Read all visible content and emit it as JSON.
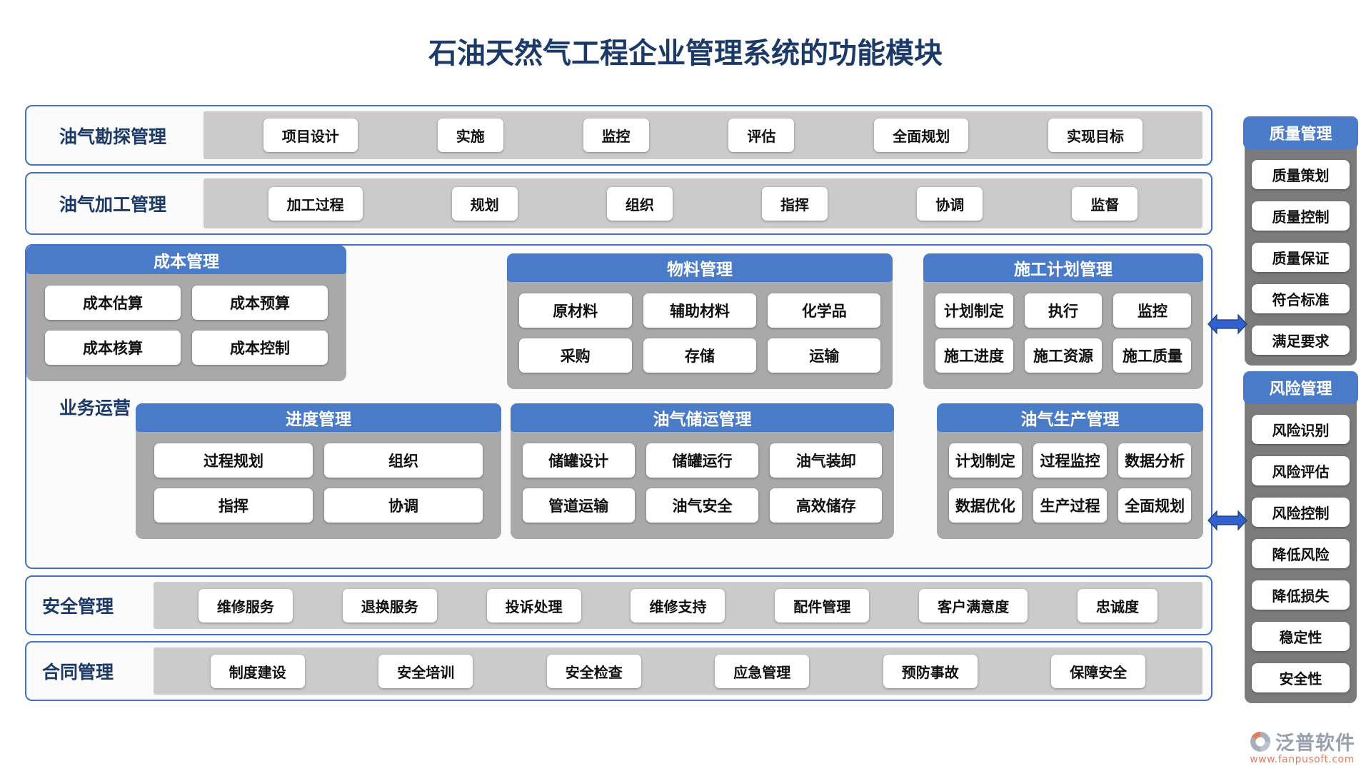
{
  "title": "石油天然气工程企业管理系统的功能模块",
  "rows": [
    {
      "label": "油气勘探管理",
      "items": [
        "项目设计",
        "实施",
        "监控",
        "评估",
        "全面规划",
        "实现目标"
      ]
    },
    {
      "label": "油气加工管理",
      "items": [
        "加工过程",
        "规划",
        "组织",
        "指挥",
        "协调",
        "监督"
      ]
    }
  ],
  "business": {
    "label": "业务运营",
    "modules": [
      {
        "title": "物料管理",
        "cols": 3,
        "items": [
          "原材料",
          "辅助材料",
          "化学品",
          "采购",
          "存储",
          "运输"
        ]
      },
      {
        "title": "施工计划管理",
        "cols": 3,
        "items": [
          "计划制定",
          "执行",
          "监控",
          "施工进度",
          "施工资源",
          "施工质量"
        ]
      },
      {
        "title": "进度管理",
        "cols": 2,
        "items": [
          "过程规划",
          "组织",
          "指挥",
          "协调"
        ]
      },
      {
        "title": "油气储运管理",
        "cols": 3,
        "items": [
          "储罐设计",
          "储罐运行",
          "油气装卸",
          "管道运输",
          "油气安全",
          "高效储存"
        ]
      },
      {
        "title": "油气生产管理",
        "cols": 3,
        "items": [
          "计划制定",
          "过程监控",
          "数据分析",
          "数据优化",
          "生产过程",
          "全面规划"
        ]
      },
      {
        "title": "成本管理",
        "cols": 2,
        "items": [
          "成本估算",
          "成本预算",
          "成本核算",
          "成本控制"
        ]
      }
    ]
  },
  "bottom_rows": [
    {
      "label": "安全管理",
      "items": [
        "维修服务",
        "退换服务",
        "投诉处理",
        "维修支持",
        "配件管理",
        "客户满意度",
        "忠诚度"
      ]
    },
    {
      "label": "合同管理",
      "items": [
        "制度建设",
        "安全培训",
        "安全检查",
        "应急管理",
        "预防事故",
        "保障安全"
      ]
    }
  ],
  "sidebars": [
    {
      "title": "质量管理",
      "items": [
        "质量策划",
        "质量控制",
        "质量保证",
        "符合标准",
        "满足要求"
      ]
    },
    {
      "title": "风险管理",
      "items": [
        "风险识别",
        "风险评估",
        "风险控制",
        "降低风险",
        "降低损失",
        "稳定性",
        "安全性"
      ]
    }
  ],
  "logo": {
    "name": "泛普软件",
    "url": "www.fanpusoft.com"
  },
  "icons": {
    "main_to_quality": "left-right-arrow",
    "main_to_risk": "left-right-arrow",
    "logo_mark": "fanpu-circle-logo"
  },
  "colors": {
    "header_blue": "#4a7bc9",
    "border_blue": "#4170c8",
    "navy_text": "#1c3a68",
    "band_gray": "#cbcbcb",
    "card_gray": "#a9a9a9",
    "sidebar_gray": "#7b7b7b",
    "arrow_blue": "#3160cf",
    "logo_gray": "#98a0ad",
    "logo_orange": "#df7f5e"
  }
}
